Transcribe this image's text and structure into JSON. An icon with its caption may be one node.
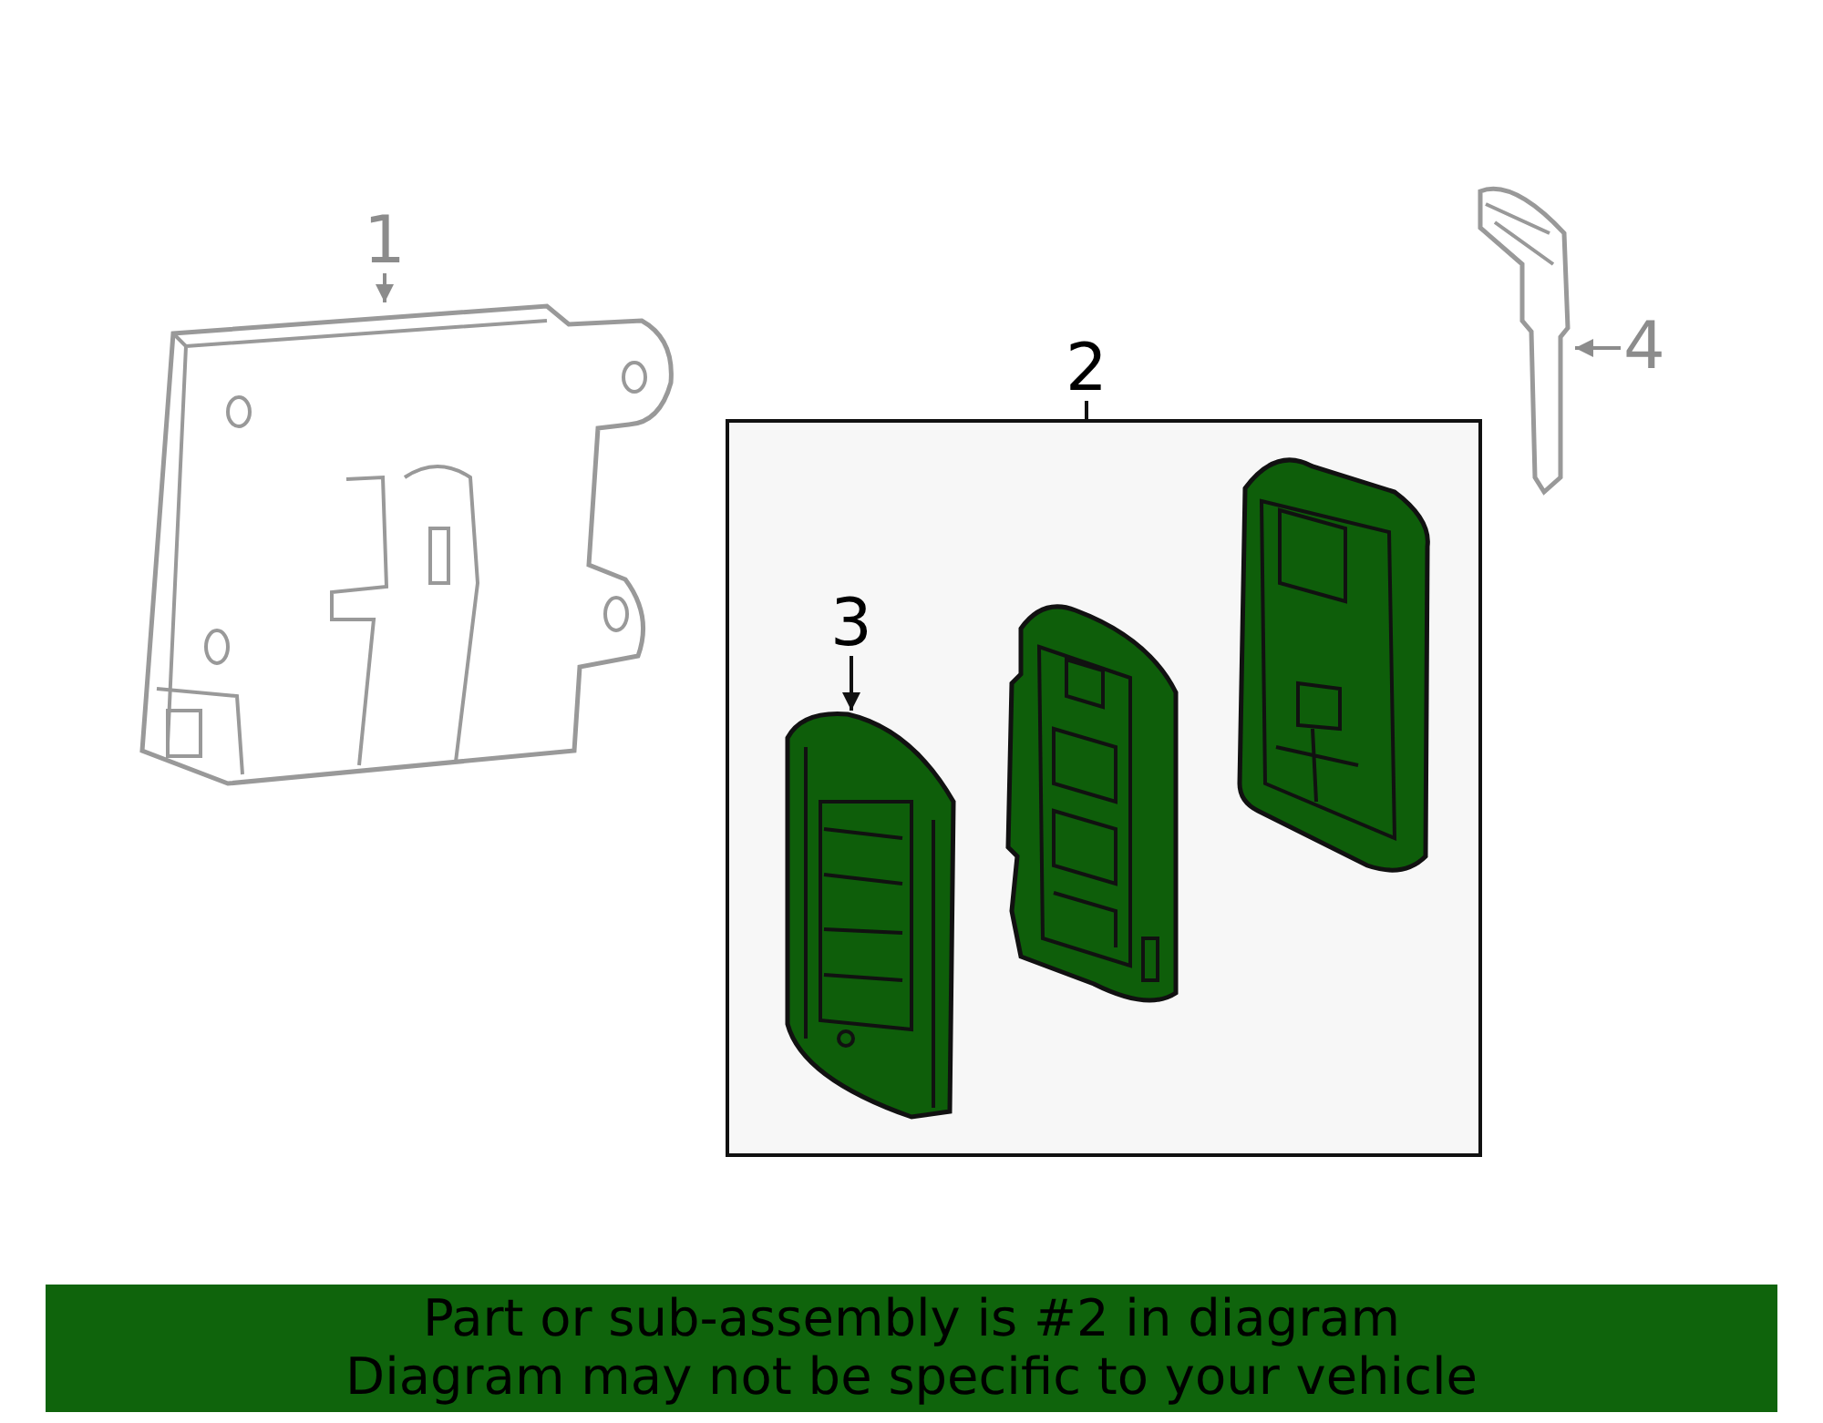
{
  "diagram": {
    "nodes": [
      {
        "text": [
          "1"
        ]
      },
      {
        "text": [],
        "shape": "picture"
      },
      {
        "text": [
          "2"
        ]
      },
      {
        "text": [],
        "shape": "box"
      },
      {
        "text": [
          "3"
        ],
        "in": 3
      },
      {
        "text": [],
        "shape": "picture",
        "in": 3
      },
      {
        "text": [],
        "shape": "picture",
        "in": 3
      },
      {
        "text": [],
        "shape": "picture",
        "in": 3
      },
      {
        "text": [
          "4"
        ]
      },
      {
        "text": [],
        "shape": "picture"
      }
    ],
    "edges": [
      {
        "from": 0,
        "to": 1,
        "arrow": "to",
        "color": "#8c8c8c"
      },
      {
        "from": 2,
        "to": 3,
        "arrow": "none",
        "color": "#111111"
      },
      {
        "from": 4,
        "to": 5,
        "arrow": "to",
        "color": "#111111"
      },
      {
        "from": 8,
        "to": 9,
        "arrow": "to",
        "color": "#8c8c8c"
      }
    ],
    "labels": [
      "Part or sub-assembly is #2 in diagram",
      "Diagram may not be specific to your vehicle"
    ]
  }
}
